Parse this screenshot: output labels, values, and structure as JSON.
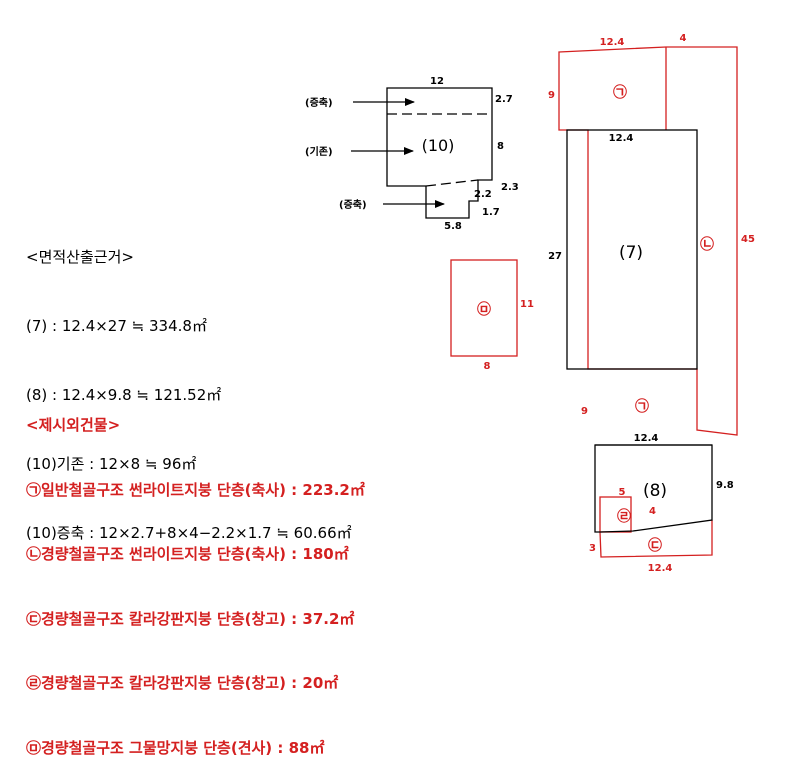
{
  "colors": {
    "ink": "#000000",
    "red": "#d42020"
  },
  "calc": {
    "heading": "<면적산출근거>",
    "lines": [
      "(7) : 12.4×27 ≒ 334.8㎡",
      "(8) : 12.4×9.8 ≒ 121.52㎡",
      "(10)기존 : 12×8 ≒ 96㎡",
      "(10)증축 : 12×2.7+8×4−2.2×1.7 ≒ 60.66㎡"
    ]
  },
  "legend": {
    "heading": "<제시외건물>",
    "items": [
      "㉠일반철골구조 썬라이트지붕 단층(축사) : 223.2㎡",
      "㉡경량철골구조 썬라이트지붕 단층(축사) : 180㎡",
      "㉢경량철골구조 칼라강판지붕 단층(창고) : 37.2㎡",
      "㉣경량철골구조 칼라강판지붕 단층(창고) : 20㎡",
      "㉤경량철골구조 그물망지붕 단층(견사) : 88㎡"
    ]
  },
  "building10": {
    "label": "(10)",
    "arrow_top": "(증축)",
    "arrow_mid": "(기존)",
    "arrow_bottom": "(증축)",
    "dim_top": "12",
    "dim_right_top": "2.7",
    "dim_right_mid": "8",
    "dim_right_bot": "2.3",
    "dim_notch_w": "2.2",
    "dim_notch_h": "1.7",
    "dim_bottom": "5.8"
  },
  "shed_e": {
    "mark": "㉤",
    "width": "8",
    "height": "11"
  },
  "main": {
    "dim_top": "12.4",
    "dim_top_right": "4",
    "dim_top_left": "9",
    "dim_right_long": "45",
    "label7": "(7)",
    "dim_7_width": "12.4",
    "dim_7_height": "27",
    "dim_lower_left": "9",
    "dim_8_top": "12.4",
    "label8": "(8)",
    "dim_8_height": "9.8",
    "dim_bottom": "12.4",
    "dim_bottom_left": "3",
    "small_w": "5",
    "small_h": "4",
    "mark_a": "㉠",
    "mark_b": "㉡",
    "mark_c": "㉢",
    "mark_d": "㉣"
  }
}
